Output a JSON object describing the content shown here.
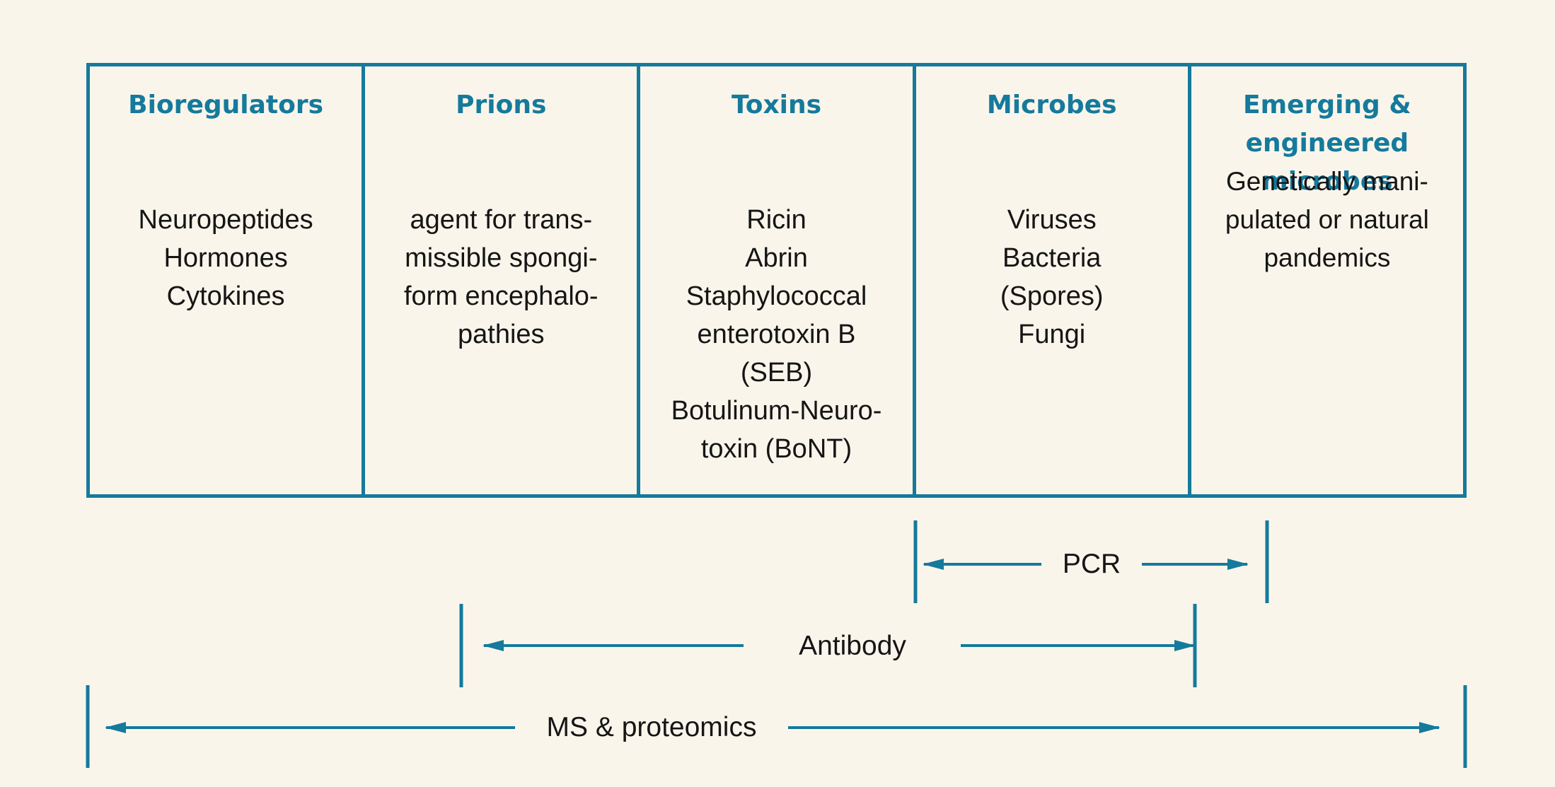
{
  "colors": {
    "accent": "#157a9c",
    "background": "#faf5eb",
    "text": "#151515"
  },
  "categories": [
    {
      "title_lines": [
        "Bioregulators"
      ],
      "items": [
        "Neuropeptides",
        "Hormones",
        "Cytokines"
      ]
    },
    {
      "title_lines": [
        "Prions"
      ],
      "items": [
        "agent for trans-",
        "missible spongi-",
        "form encephalo-",
        "pathies"
      ]
    },
    {
      "title_lines": [
        "Toxins"
      ],
      "items": [
        "Ricin",
        "Abrin",
        "Staphylococcal",
        "enterotoxin B",
        "(SEB)",
        "Botulinum-Neuro-",
        "toxin (BoNT)"
      ]
    },
    {
      "title_lines": [
        "Microbes"
      ],
      "items": [
        "Viruses",
        "Bacteria",
        "(Spores)",
        "Fungi"
      ]
    },
    {
      "title_lines": [
        "Emerging &",
        "engineered",
        "microbes"
      ],
      "items": [
        "Genetically mani-",
        "pulated or natural",
        "pandemics"
      ]
    }
  ],
  "ranges": [
    {
      "label": "PCR",
      "from_column": "Microbes",
      "to_column": "Emerging & engineered microbes"
    },
    {
      "label": "Antibody",
      "from_column": "Prions",
      "to_column": "Microbes"
    },
    {
      "label": "MS & proteomics",
      "from_column": "Bioregulators",
      "to_column": "Emerging & engineered microbes"
    }
  ]
}
